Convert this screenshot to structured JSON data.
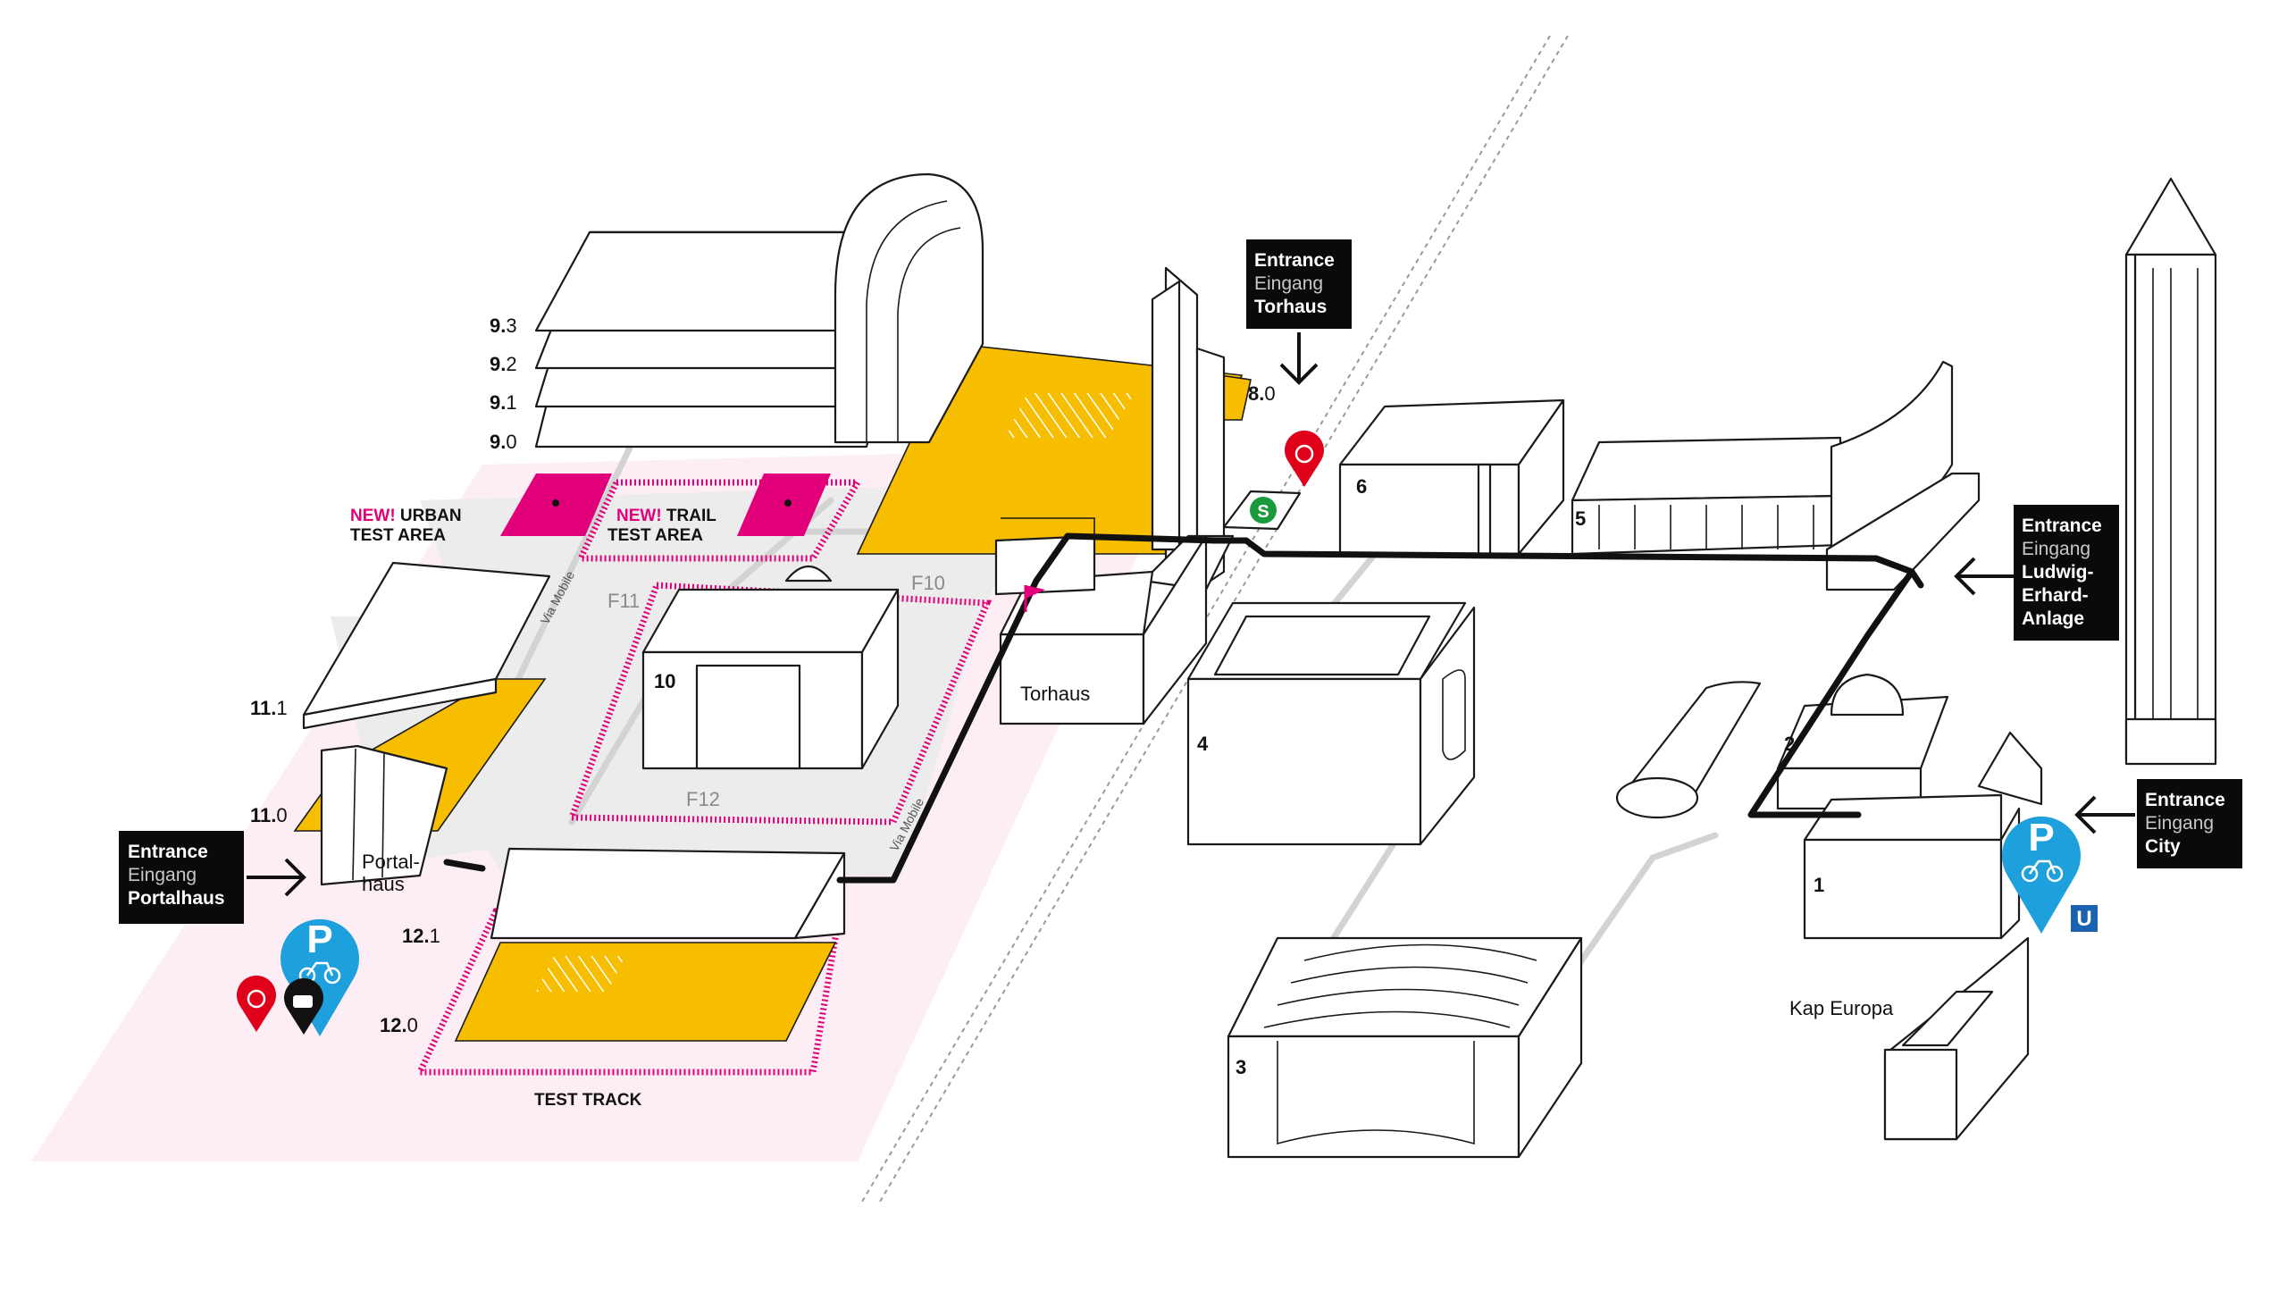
{
  "halls": {
    "h1": "1",
    "h2": "2",
    "h3": "3",
    "h4": "4",
    "h5": "5",
    "h6": "6",
    "h10": "10"
  },
  "levels": {
    "l9_3": {
      "major": "9.",
      "minor": "3"
    },
    "l9_2": {
      "major": "9.",
      "minor": "2"
    },
    "l9_1": {
      "major": "9.",
      "minor": "1"
    },
    "l9_0": {
      "major": "9.",
      "minor": "0"
    },
    "l8_0": {
      "major": "8.",
      "minor": "0"
    },
    "l11_1": {
      "major": "11.",
      "minor": "1"
    },
    "l11_0": {
      "major": "11.",
      "minor": "0"
    },
    "l12_1": {
      "major": "12.",
      "minor": "1"
    },
    "l12_0": {
      "major": "12.",
      "minor": "0"
    }
  },
  "areas": {
    "urban_new": "NEW!",
    "urban_rest": " URBAN",
    "urban_line2": "TEST AREA",
    "trail_new": "NEW!",
    "trail_rest": " TRAIL",
    "trail_line2": "TEST AREA",
    "test_track": "TEST TRACK"
  },
  "open_areas": {
    "f10": "F10",
    "f11": "F11",
    "f12": "F12"
  },
  "buildings": {
    "torhaus": "Torhaus",
    "portalhaus_line1": "Portal-",
    "portalhaus_line2": "haus",
    "kap_europa": "Kap Europa"
  },
  "paths": {
    "via_mobile_1": "Via Mobile",
    "via_mobile_2": "Via Mobile"
  },
  "entrances": {
    "torhaus": {
      "en": "Entrance",
      "de": "Eingang",
      "name": "Torhaus"
    },
    "portalhaus": {
      "en": "Entrance",
      "de": "Eingang",
      "name": "Portalhaus"
    },
    "ludwig": {
      "en": "Entrance",
      "de": "Eingang",
      "name1": "Ludwig-",
      "name2": "Erhard-",
      "name3": "Anlage"
    },
    "city": {
      "en": "Entrance",
      "de": "Eingang",
      "name": "City"
    }
  },
  "markers": {
    "parking_letter": "P",
    "sbahn_letter": "S",
    "ubahn_letter": "U"
  },
  "colors": {
    "yellow": "#f7be00",
    "magenta": "#e2007a",
    "pink_bg": "#fdeef5",
    "grey_plaza": "#ececec",
    "parking_blue": "#1ea0dc",
    "red_marker": "#e1001a",
    "sbahn_green": "#1a9a3c",
    "ubahn_blue": "#1a62b0"
  },
  "icons": [
    "arrow-right-icon",
    "arrow-left-icon",
    "arrow-down-icon",
    "parking-pin-icon",
    "bike-icon",
    "bike-service-pin-icon",
    "camera-pin-icon",
    "sbahn-icon",
    "ubahn-icon",
    "flag-icon"
  ]
}
